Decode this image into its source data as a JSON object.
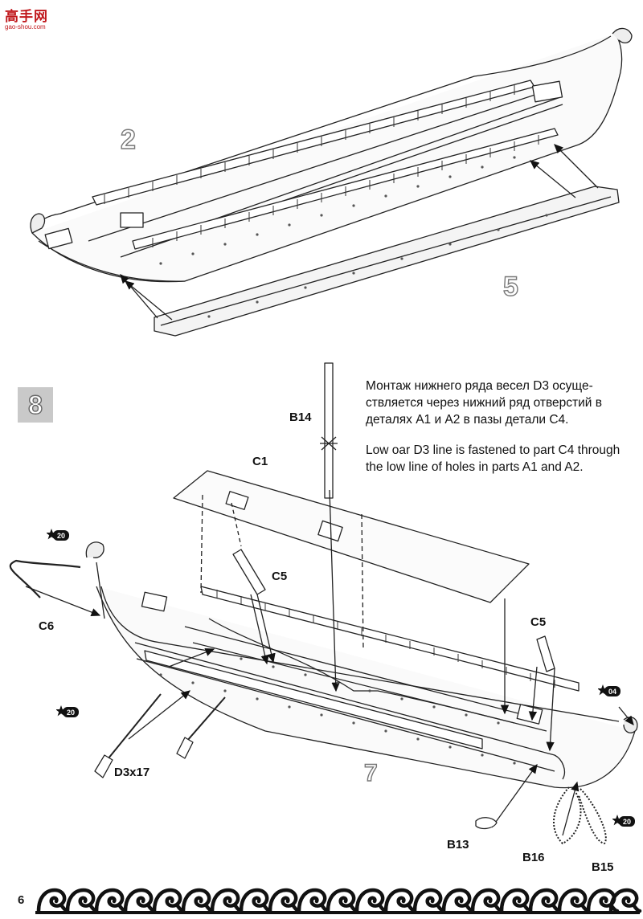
{
  "watermark": {
    "site": "高手网",
    "url": "gao-shou.com"
  },
  "step_upper": {
    "step_number": "2",
    "part_label": "5"
  },
  "step_main": {
    "step_number": "8",
    "note_ru": "Монтаж нижнего ряда весел D3 осуще-ствляется через нижний ряд отверстий в деталях А1 и А2 в пазы  детали С4.",
    "note_en": "Low oar D3 line is fastened to part C4 through the low line of holes in parts A1 and A2.",
    "labels": {
      "b14": "B14",
      "c1": "C1",
      "c5_left": "C5",
      "c5_right": "C5",
      "c6": "C6",
      "d3": "D3x17",
      "part7": "7",
      "b13": "B13",
      "b16": "B16",
      "b15": "B15"
    },
    "badges": {
      "c6_badge": "20",
      "d3_badge": "20",
      "b15_badge": "20",
      "stern_badge": "04"
    }
  },
  "footer": {
    "page_number": "6"
  }
}
